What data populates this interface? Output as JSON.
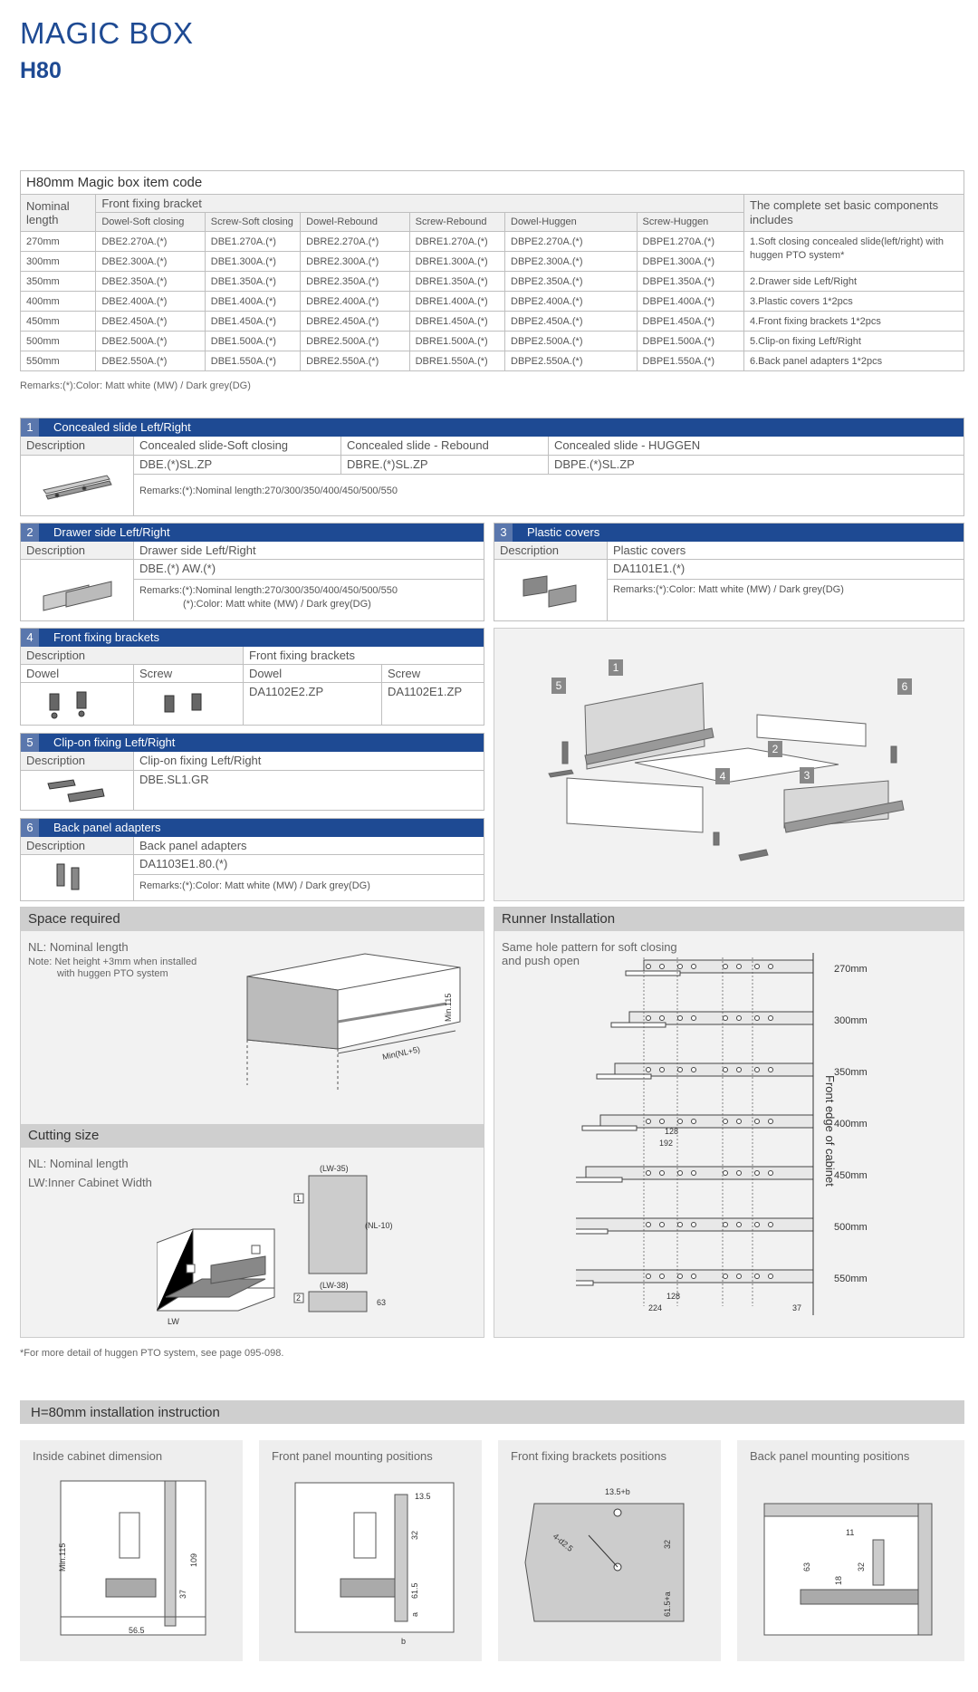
{
  "header": {
    "title": "MAGIC BOX",
    "subtitle": "H80"
  },
  "codes": {
    "caption": "H80mm Magic box item code",
    "nominal_label": "Nominal length",
    "front_label": "Front fixing bracket",
    "complete_label": "The complete set basic components includes",
    "columns": [
      "Dowel-Soft closing",
      "Screw-Soft closing",
      "Dowel-Rebound",
      "Screw-Rebound",
      "Dowel-Huggen",
      "Screw-Huggen"
    ],
    "rows": [
      {
        "len": "270mm",
        "c": [
          "DBE2.270A.(*)",
          "DBE1.270A.(*)",
          "DBRE2.270A.(*)",
          "DBRE1.270A.(*)",
          "DBPE2.270A.(*)",
          "DBPE1.270A.(*)"
        ]
      },
      {
        "len": "300mm",
        "c": [
          "DBE2.300A.(*)",
          "DBE1.300A.(*)",
          "DBRE2.300A.(*)",
          "DBRE1.300A.(*)",
          "DBPE2.300A.(*)",
          "DBPE1.300A.(*)"
        ]
      },
      {
        "len": "350mm",
        "c": [
          "DBE2.350A.(*)",
          "DBE1.350A.(*)",
          "DBRE2.350A.(*)",
          "DBRE1.350A.(*)",
          "DBPE2.350A.(*)",
          "DBPE1.350A.(*)"
        ]
      },
      {
        "len": "400mm",
        "c": [
          "DBE2.400A.(*)",
          "DBE1.400A.(*)",
          "DBRE2.400A.(*)",
          "DBRE1.400A.(*)",
          "DBPE2.400A.(*)",
          "DBPE1.400A.(*)"
        ]
      },
      {
        "len": "450mm",
        "c": [
          "DBE2.450A.(*)",
          "DBE1.450A.(*)",
          "DBRE2.450A.(*)",
          "DBRE1.450A.(*)",
          "DBPE2.450A.(*)",
          "DBPE1.450A.(*)"
        ]
      },
      {
        "len": "500mm",
        "c": [
          "DBE2.500A.(*)",
          "DBE1.500A.(*)",
          "DBRE2.500A.(*)",
          "DBRE1.500A.(*)",
          "DBPE2.500A.(*)",
          "DBPE1.500A.(*)"
        ]
      },
      {
        "len": "550mm",
        "c": [
          "DBE2.550A.(*)",
          "DBE1.550A.(*)",
          "DBRE2.550A.(*)",
          "DBRE1.550A.(*)",
          "DBPE2.550A.(*)",
          "DBPE1.550A.(*)"
        ]
      }
    ],
    "components": [
      "1.Soft closing concealed slide(left/right) with huggen PTO system*",
      "2.Drawer side Left/Right",
      "3.Plastic covers 1*2pcs",
      "4.Front fixing brackets 1*2pcs",
      "5.Clip-on fixing Left/Right",
      "6.Back panel adapters 1*2pcs"
    ],
    "remark": "Remarks:(*):Color: Matt white (MW) / Dark grey(DG)"
  },
  "p1": {
    "num": "1",
    "title": "Concealed slide Left/Right",
    "desc": "Description",
    "cols": [
      "Concealed slide-Soft closing",
      "Concealed slide - Rebound",
      "Concealed slide - HUGGEN"
    ],
    "codes": [
      "DBE.(*)SL.ZP",
      "DBRE.(*)SL.ZP",
      "DBPE.(*)SL.ZP"
    ],
    "remark": "Remarks:(*):Nominal length:270/300/350/400/450/500/550"
  },
  "p2": {
    "num": "2",
    "title": "Drawer side Left/Right",
    "desc": "Description",
    "name": "Drawer side Left/Right",
    "code": "DBE.(*) AW.(*)",
    "remark1": "Remarks:(*):Nominal length:270/300/350/400/450/500/550",
    "remark2": "(*):Color: Matt white (MW) / Dark grey(DG)"
  },
  "p3": {
    "num": "3",
    "title": "Plastic covers",
    "desc": "Description",
    "name": "Plastic covers",
    "code": "DA1101E1.(*)",
    "remark": "Remarks:(*):Color: Matt white (MW) / Dark grey(DG)"
  },
  "p4": {
    "num": "4",
    "title": "Front fixing brackets",
    "desc": "Description",
    "name": "Front fixing brackets",
    "dowel": "Dowel",
    "screw": "Screw",
    "code_dowel": "DA1102E2.ZP",
    "code_screw": "DA1102E1.ZP"
  },
  "p5": {
    "num": "5",
    "title": "Clip-on fixing Left/Right",
    "desc": "Description",
    "name": "Clip-on fixing Left/Right",
    "code": "DBE.SL1.GR"
  },
  "p6": {
    "num": "6",
    "title": "Back panel adapters",
    "desc": "Description",
    "name": "Back panel adapters",
    "code": "DA1103E1.80.(*)",
    "remark": "Remarks:(*):Color: Matt white (MW) / Dark grey(DG)"
  },
  "exploded": {
    "callouts": [
      "1",
      "2",
      "3",
      "4",
      "5",
      "6"
    ]
  },
  "space": {
    "title": "Space required",
    "nl": "NL: Nominal length",
    "note1": "Note: Net height +3mm when installed",
    "note2": "with huggen PTO system",
    "min115": "Min.115",
    "minnl": "Min(NL+5)"
  },
  "cutting": {
    "title": "Cutting size",
    "nl": "NL: Nominal length",
    "lw": "LW:Inner Cabinet Width",
    "d1": "(LW-35)",
    "d2": "(NL-10)",
    "d3": "(LW-38)",
    "d4": "63",
    "lwlabel": "LW",
    "box1": "1",
    "box2": "2"
  },
  "runner": {
    "title": "Runner Installation",
    "desc1": "Same hole pattern for soft closing",
    "desc2": "and push open",
    "lengths": [
      "270mm",
      "300mm",
      "350mm",
      "400mm",
      "450mm",
      "500mm",
      "550mm"
    ],
    "front_edge": "Front edge of cabinet",
    "d128": "128",
    "d192": "192",
    "d224": "224",
    "d37": "37"
  },
  "footnote": "*For more detail of huggen PTO system, see page 095-098.",
  "install": {
    "title": "H=80mm installation instruction",
    "panels": [
      "Inside cabinet dimension",
      "Front panel mounting positions",
      "Front fixing brackets positions",
      "Back panel mounting positions"
    ],
    "p1dims": [
      "Min.115",
      "109",
      "37",
      "56.5"
    ],
    "p2dims": [
      "13.5",
      "32",
      "61.5",
      "a",
      "b"
    ],
    "p3dims": [
      "13.5+b",
      "4-d2.5",
      "32",
      "61.5+a"
    ],
    "p4dims": [
      "11",
      "63",
      "18",
      "32"
    ]
  }
}
